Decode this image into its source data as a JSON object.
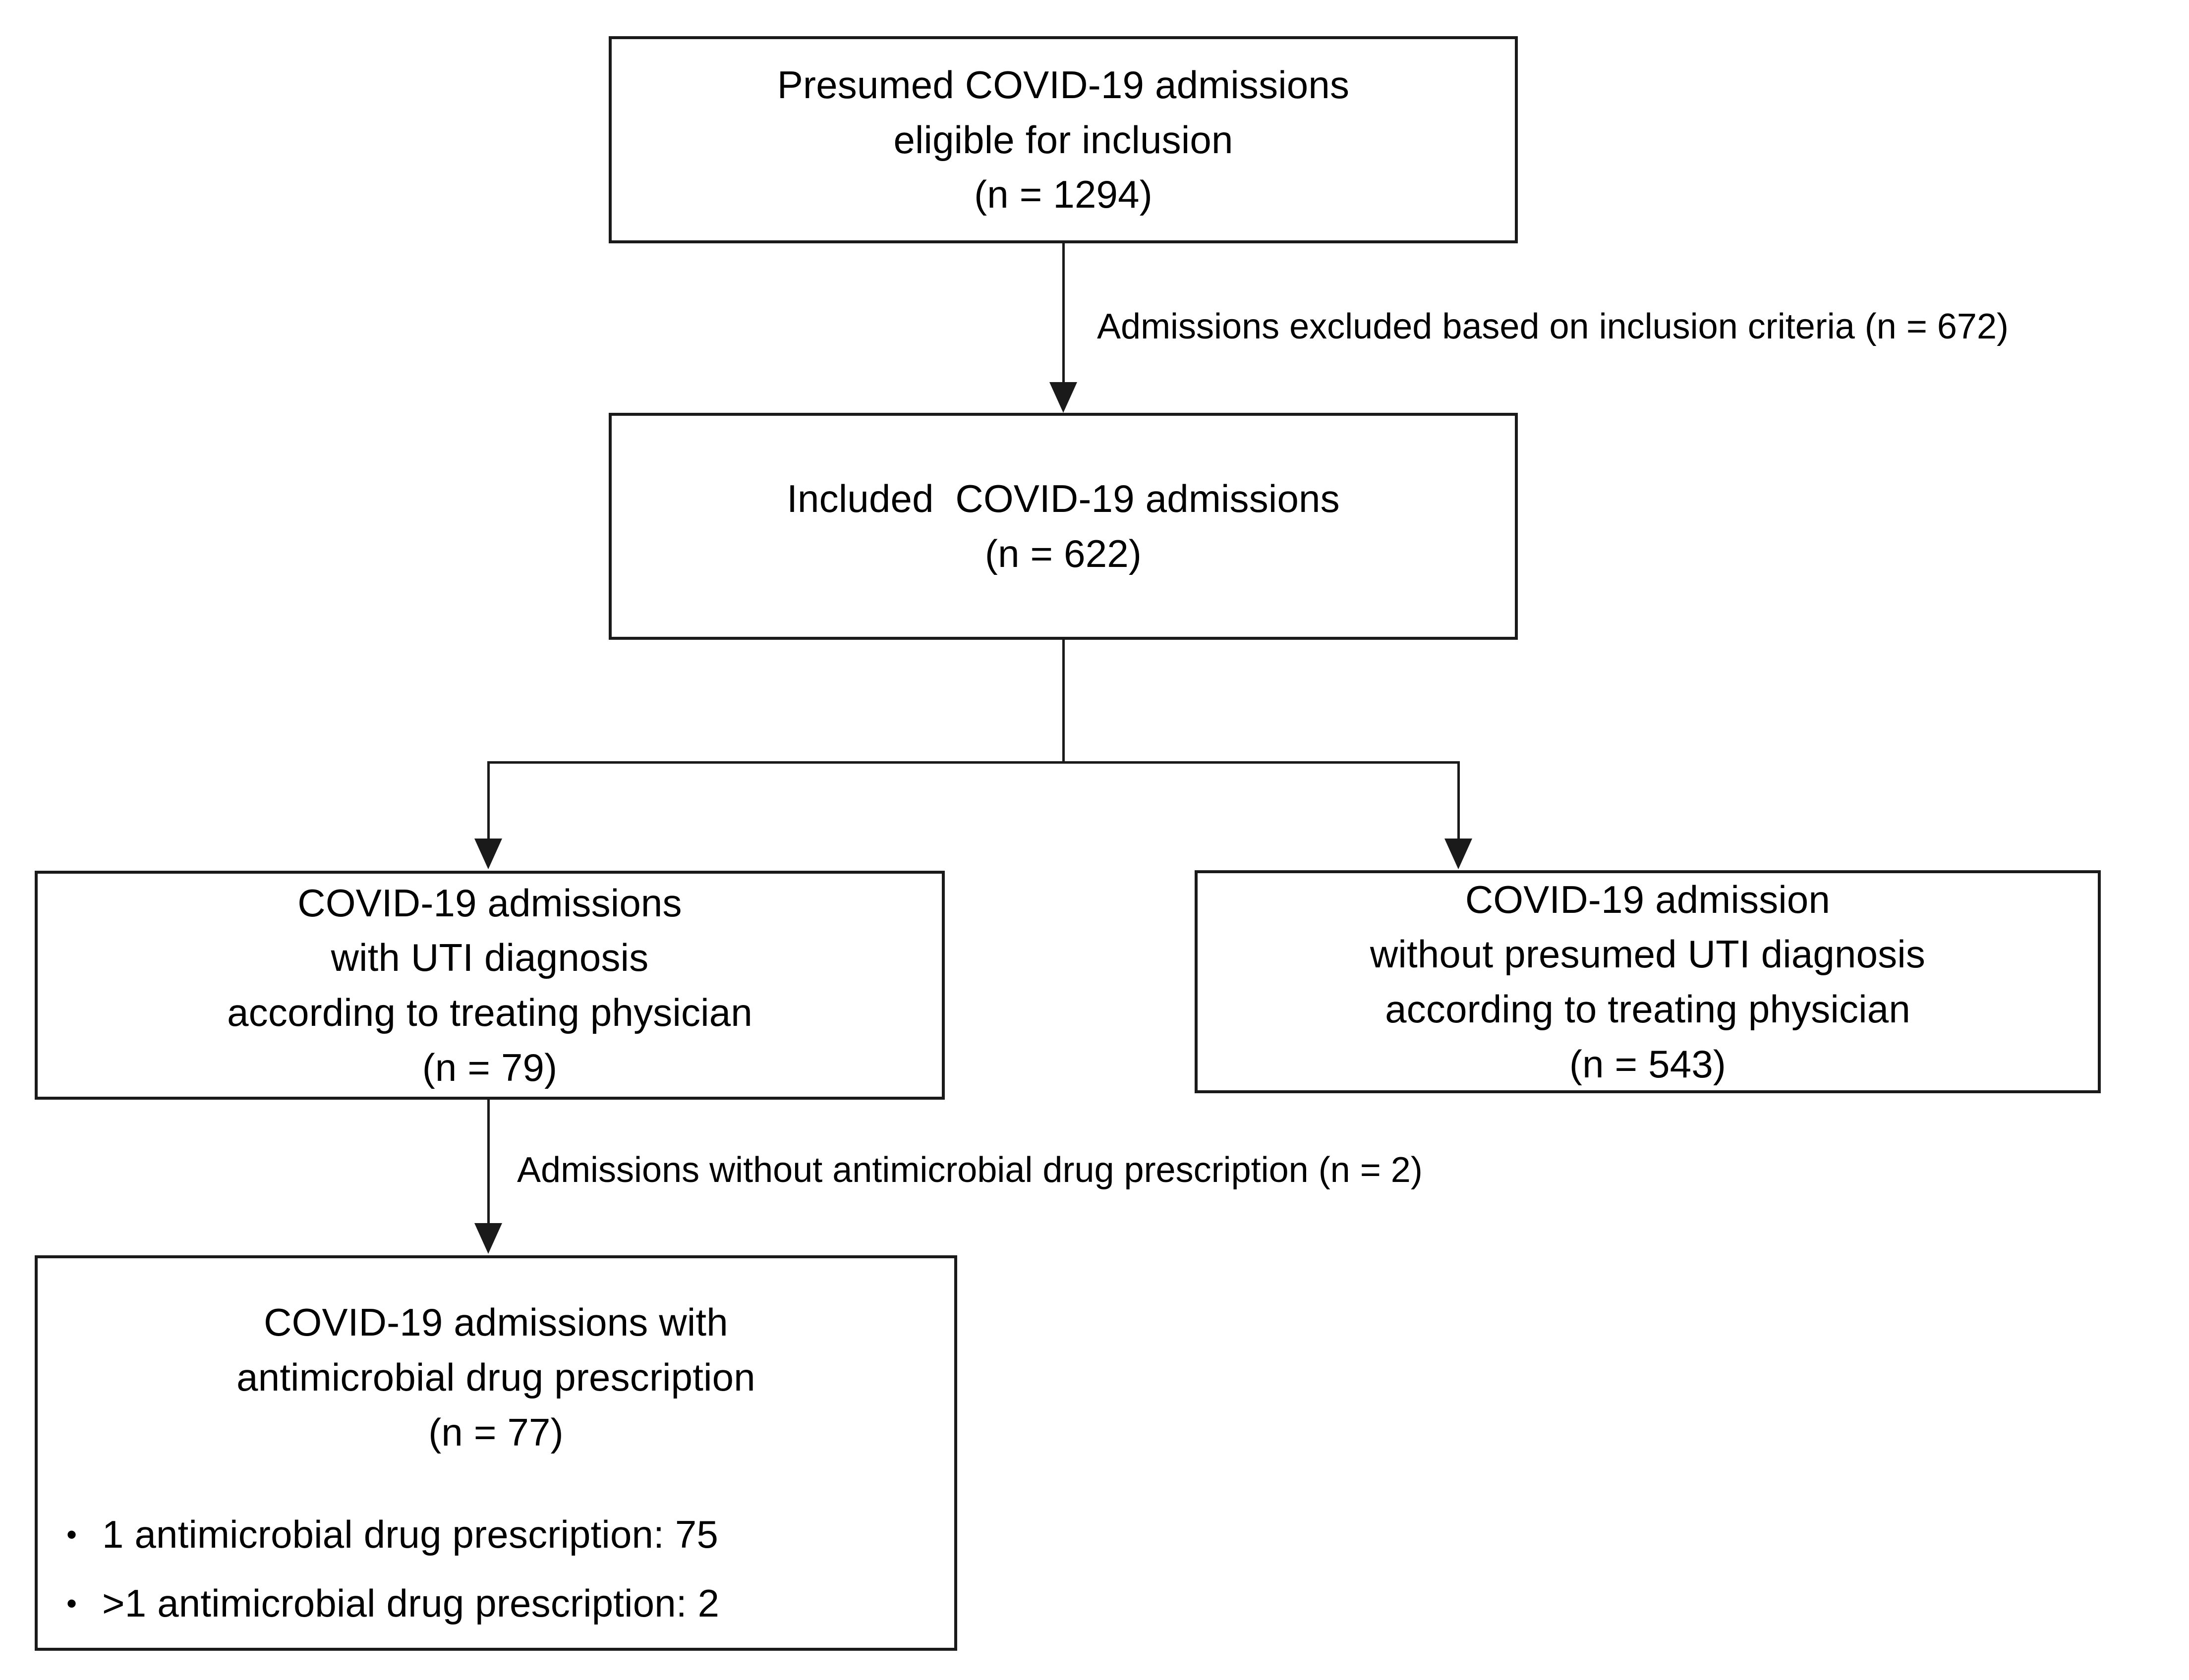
{
  "figure": {
    "type": "flow-diagram",
    "title": "Study inclusion flow diagram",
    "stroke_color": "#1a1a1a",
    "background_color": "#ffffff",
    "text_color": "#000000"
  },
  "nodes": {
    "presumed": {
      "lines": [
        "Presumed COVID-19 admissions",
        "eligible for inclusion",
        "(n = 1294)"
      ],
      "count": 1294
    },
    "included": {
      "lines": [
        "Included  COVID-19 admissions",
        "(n = 622)"
      ],
      "count": 622
    },
    "uti": {
      "lines": [
        "COVID-19 admissions",
        "with UTI diagnosis",
        "according to treating physician",
        "(n = 79)"
      ],
      "count": 79
    },
    "no_uti": {
      "lines": [
        "COVID-19 admission",
        "without presumed UTI diagnosis",
        "according to treating physician",
        "(n = 543)"
      ],
      "count": 543
    },
    "antimicrobial": {
      "lines": [
        "COVID-19 admissions with",
        "antimicrobial drug prescription",
        "(n = 77)"
      ],
      "count": 77,
      "bullet_char": "•",
      "bullets": [
        "1 antimicrobial drug prescription: 75",
        ">1 antimicrobial drug prescription: 2"
      ],
      "bullet_values": [
        75,
        2
      ]
    }
  },
  "edge_labels": {
    "excluded": "Admissions excluded based on inclusion criteria (n = 672)",
    "excluded_count": 672,
    "no_prescription": "Admissions without antimicrobial drug prescription (n = 2)",
    "no_prescription_count": 2
  }
}
